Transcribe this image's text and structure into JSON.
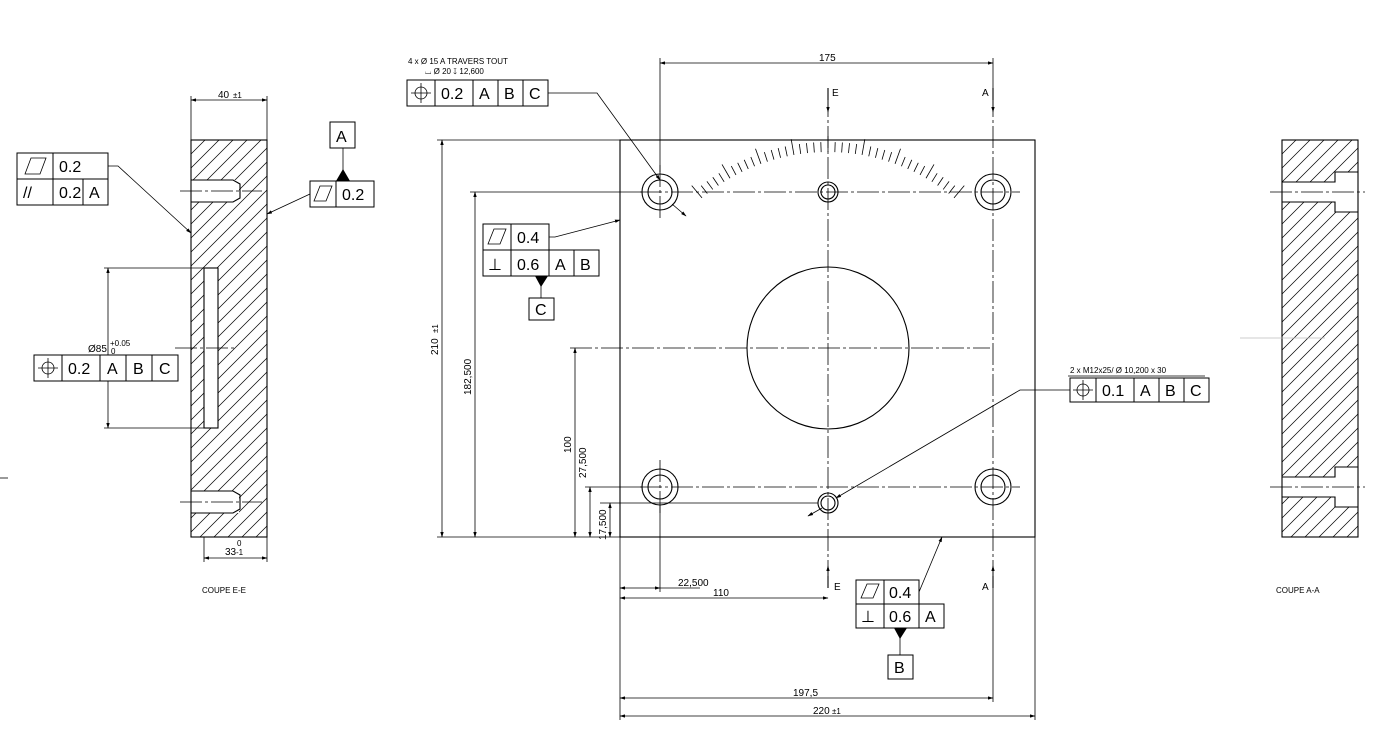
{
  "views": {
    "section_e": {
      "caption": "COUPE E-E",
      "dim_thickness": "40",
      "dim_thickness_tol": "±1",
      "dim_bore_depth": "33",
      "dim_bore_depth_tol_upper": "0",
      "dim_bore_depth_tol_lower": "-1",
      "dim_diameter": "Ø85",
      "dim_diameter_tol_upper": "+0.05",
      "dim_diameter_tol_lower": "0",
      "fcf_top": {
        "flatness_sym": "▱",
        "flatness_val": "0.2",
        "parallel_sym": "//",
        "parallel_val": "0.2",
        "parallel_ref": "A"
      },
      "fcf_right": {
        "sym": "▱",
        "val": "0.2"
      },
      "datum_a": "A",
      "fcf_bore": {
        "sym": "⊕",
        "val": "0.2",
        "ref1": "A",
        "ref2": "B",
        "ref3": "C"
      }
    },
    "front": {
      "hole_note_line1": "4 x Ø 15 A TRAVERS TOUT",
      "hole_note_line2": "⌴ Ø 20 ↧ 12,600",
      "fcf_holes": {
        "sym": "⊕",
        "val": "0.2",
        "ref1": "A",
        "ref2": "B",
        "ref3": "C"
      },
      "dim_175": "175",
      "dim_height": "210",
      "dim_height_tol": "±1",
      "dim_182_5": "182,500",
      "dim_100": "100",
      "dim_27_5": "27,500",
      "dim_17_5": "17,500",
      "dim_22_5": "22,500",
      "dim_110": "110",
      "dim_197_5": "197,5",
      "dim_220": "220",
      "dim_220_tol": "±1",
      "cut_e_label": "E",
      "cut_a_label": "A",
      "fcf_left": {
        "flat_sym": "▱",
        "flat_val": "0.4",
        "perp_sym": "⊥",
        "perp_val": "0.6",
        "perp_ref1": "A",
        "perp_ref2": "B"
      },
      "datum_c": "C",
      "thread_note": "2 x M12x25/ Ø 10,200 x 30",
      "fcf_thread": {
        "sym": "⊕",
        "val": "0.1",
        "ref1": "A",
        "ref2": "B",
        "ref3": "C"
      },
      "fcf_bottom": {
        "flat_sym": "▱",
        "flat_val": "0.4",
        "perp_sym": "⊥",
        "perp_val": "0.6",
        "perp_ref": "A"
      },
      "datum_b": "B"
    },
    "section_a": {
      "caption": "COUPE A-A"
    }
  }
}
